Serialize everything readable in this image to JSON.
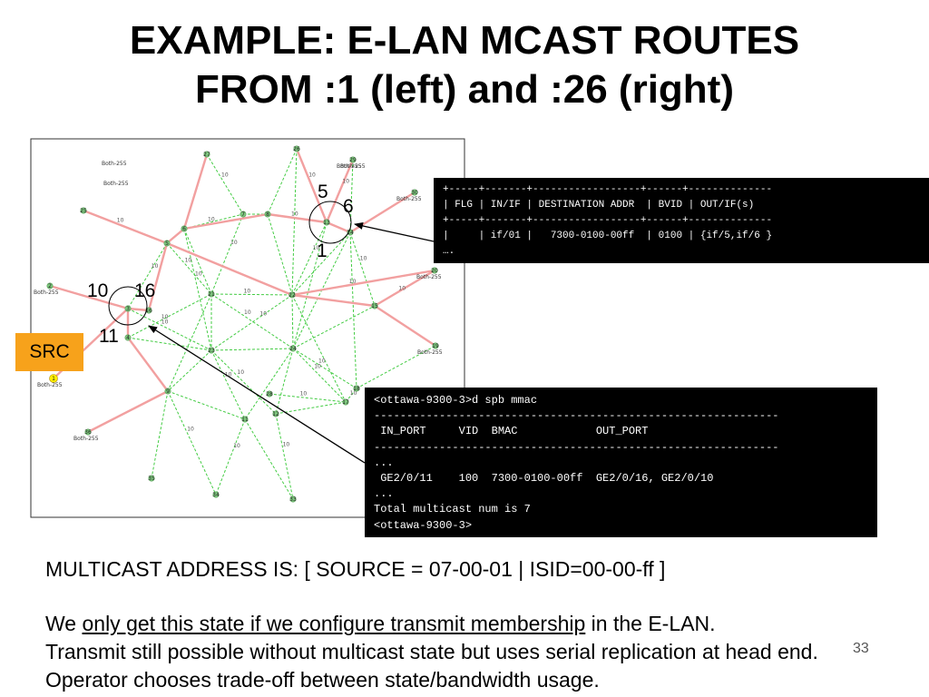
{
  "title": {
    "line1": "EXAMPLE: E-LAN MCAST ROUTES",
    "line2": "FROM :1 (left) and :26 (right)"
  },
  "diagram": {
    "callouts": {
      "top_5": "5",
      "top_6": "6",
      "top_1": "1",
      "left_10": "10",
      "left_16": "16",
      "left_11": "11"
    },
    "src_label": "SRC",
    "both_label": "Both-255",
    "nodes": [
      {
        "id": "1",
        "label": "1"
      },
      {
        "id": "2",
        "label": "2"
      },
      {
        "id": "3",
        "label": "3"
      },
      {
        "id": "4",
        "label": "4"
      },
      {
        "id": "5",
        "label": "5"
      },
      {
        "id": "6",
        "label": "6"
      },
      {
        "id": "7",
        "label": "7"
      },
      {
        "id": "8",
        "label": "8"
      },
      {
        "id": "9",
        "label": "9"
      },
      {
        "id": "11",
        "label": "11"
      },
      {
        "id": "12",
        "label": "12"
      },
      {
        "id": "13",
        "label": "13"
      },
      {
        "id": "14",
        "label": "14"
      },
      {
        "id": "15",
        "label": "15"
      },
      {
        "id": "16",
        "label": "16"
      },
      {
        "id": "17",
        "label": "17"
      },
      {
        "id": "18",
        "label": "18"
      },
      {
        "id": "19",
        "label": "19"
      },
      {
        "id": "20",
        "label": "20"
      },
      {
        "id": "21",
        "label": "21"
      },
      {
        "id": "22",
        "label": "22"
      },
      {
        "id": "23",
        "label": "23"
      },
      {
        "id": "24",
        "label": "24"
      },
      {
        "id": "25",
        "label": "25"
      },
      {
        "id": "26",
        "label": "26"
      },
      {
        "id": "27",
        "label": "27"
      },
      {
        "id": "28",
        "label": "28"
      },
      {
        "id": "29",
        "label": "29"
      },
      {
        "id": "30",
        "label": "30"
      },
      {
        "id": "33",
        "label": "33"
      },
      {
        "id": "34",
        "label": "34"
      },
      {
        "id": "35",
        "label": "35"
      },
      {
        "id": "36",
        "label": "36"
      }
    ],
    "edge_label": "10",
    "colors": {
      "tree": "#f2a0a0",
      "mesh": "#44cc44",
      "node": "#7ec87e",
      "src_node": "#ffee00",
      "src_box": "#f7a21b"
    }
  },
  "terminal_fdb": {
    "lines": [
      "+-----+-------+------------------+------+--------------",
      "| FLG | IN/IF | DESTINATION ADDR  | BVID | OUT/IF(s)",
      "+-----+-------+------------------+------+--------------",
      "|     | if/01 |   7300-0100-00ff  | 0100 | {if/5,if/6 }",
      "…."
    ]
  },
  "terminal_mmac": {
    "lines": [
      "<ottawa-9300-3>d spb mmac",
      "--------------------------------------------------------------",
      " IN_PORT     VID  BMAC            OUT_PORT",
      "--------------------------------------------------------------",
      "...",
      " GE2/0/11    100  7300-0100-00ff  GE2/0/16, GE2/0/10",
      "...",
      "Total multicast num is 7",
      "<ottawa-9300-3>"
    ]
  },
  "text": {
    "multicast_address": "MULTICAST ADDRESS IS: [ SOURCE = 07-00-01 |  ISID=00-00-ff ]",
    "line1_pre": "We ",
    "line1_underlined": "only get this state if we configure transmit membership",
    "line1_post": " in the E-LAN.",
    "line2": "Transmit still possible without multicast state but uses serial replication at head end.",
    "line3": "Operator chooses trade-off between state/bandwidth usage."
  },
  "page_number": "33"
}
